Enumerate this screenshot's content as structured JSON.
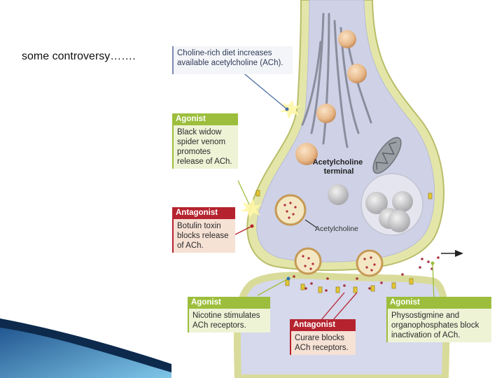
{
  "slide": {
    "text": "some controversy……."
  },
  "diagram": {
    "top_note": "Choline-rich diet increases\navailable acetylcholine (ACh).",
    "terminal_label": "Acetylcholine\nterminal",
    "ach_label": "Acetylcholine",
    "boxes": [
      {
        "header": "Agonist",
        "body": "Black widow\nspider venom\npromotes\nrelease of ACh."
      },
      {
        "header": "Antagonist",
        "body": "Botulin toxin\nblocks release\nof ACh."
      },
      {
        "header": "Agonist",
        "body": "Nicotine stimulates\nACh receptors."
      },
      {
        "header": "Antagonist",
        "body": "Curare blocks\nACh receptors."
      },
      {
        "header": "Agonist",
        "body": "Physostigmine and\norganophosphates  block\ninactivation of ACh."
      }
    ]
  },
  "colors": {
    "agonist": "#9cbe3c",
    "antagonist": "#b5232e",
    "membrane": "#e3e6a8",
    "cytoplasm": "#cfd2e6"
  }
}
